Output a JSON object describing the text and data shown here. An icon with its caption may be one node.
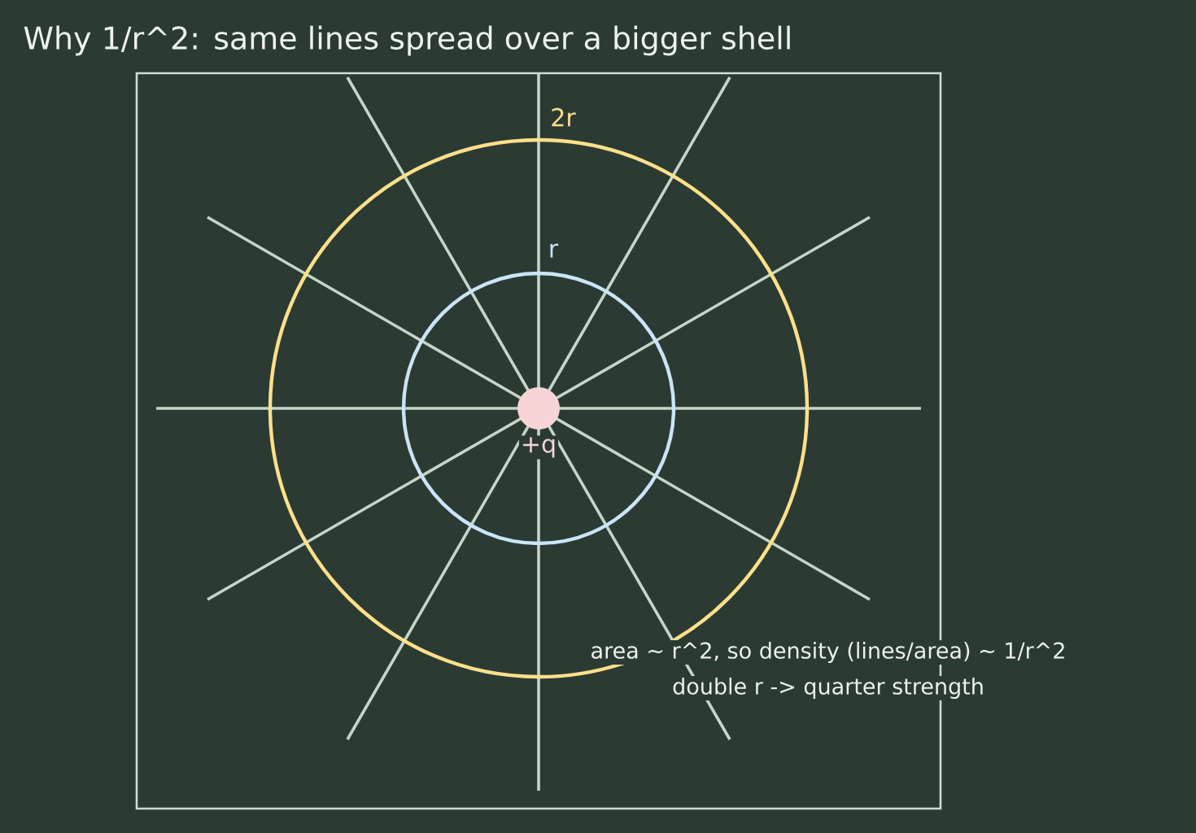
{
  "diagram": {
    "title": "Why 1/r^2: same lines spread over a bigger shell",
    "nodes": [
      {
        "text": [
          "2r"
        ]
      },
      {
        "text": [
          "r"
        ],
        "in": 0
      },
      {
        "text": [
          "+q"
        ],
        "in": 1
      }
    ],
    "labels": [
      "area ~ r^2, so density (lines/area) ~ 1/r^2",
      "double r -> quarter strength"
    ]
  }
}
